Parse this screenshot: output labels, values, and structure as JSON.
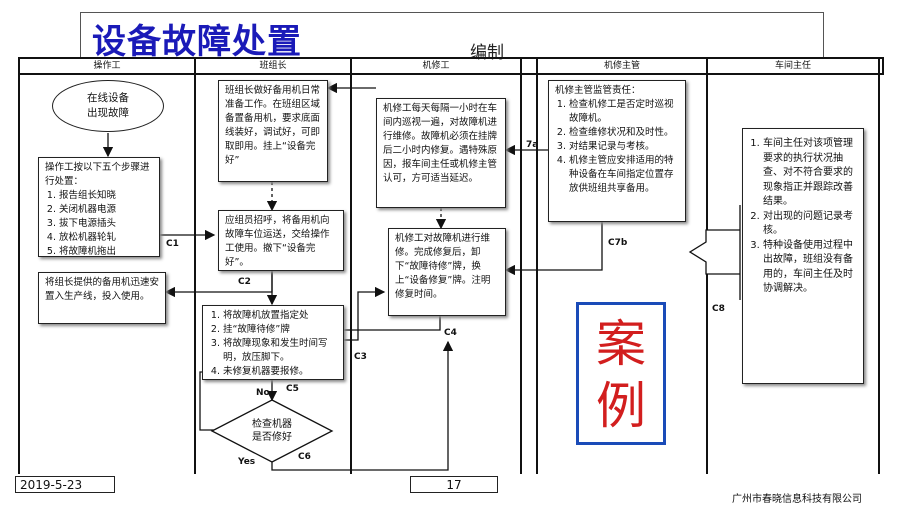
{
  "title": "设备故障处置",
  "editor_label": "编制",
  "columns": [
    "操作工",
    "班组长",
    "机修工",
    "机修主管",
    "车间主任"
  ],
  "start_node": "在线设备\n出现故障",
  "operator_steps": {
    "heading": "操作工按以下五个步骤进行处置：",
    "items": [
      "报告组长知晓",
      "关闭机器电源",
      "拔下电源插头",
      "放松机器轮轧",
      "将故障机拖出"
    ]
  },
  "operator_install": "将组长提供的备用机迅速安置入生产线，投入使用。",
  "leader_prepare": "班组长做好备用机日常准备工作。在班组区域备置备用机，要求底面线装好，调试好，可即取即用。挂上“设备完好”",
  "leader_recruit": "应组员招呼，将备用机向故障车位运送，交给操作工使用。撤下“设备完好”。",
  "leader_steps": [
    "将故障机放置指定处",
    "挂“故障待修”牌",
    "将故障现象和发生时间写明，放压脚下。",
    "未修复机器要报修。"
  ],
  "decision": "检查机器\n是否修好",
  "decision_no": "No",
  "decision_yes": "Yes",
  "mechanic_patrol": "机修工每天每隔一小时在车间内巡视一遍，对故障机进行维修。故障机必须在挂牌后二小时内修复。遇特殊原因，报车间主任或机修主管认可，方可适当延迟。",
  "mechanic_repair": "机修工对故障机进行维修。完成修复后，卸下“故障待修”牌，换上“设备修复”牌。注明修复时间。",
  "supervisor": {
    "heading": "机修主管监管责任：",
    "items": [
      "检查机修工是否定时巡视故障机。",
      "检查维修状况和及时性。",
      "对结果记录与考核。",
      "机修主管应安排适用的特种设备在车间指定位置存放供班组共享备用。"
    ]
  },
  "director": [
    "车间主任对该项管理要求的执行状况抽查、对不符合要求的现象指正并跟踪改善结果。",
    "对出现的问题记录考核。",
    "特种设备使用过程中出故障，班组没有备用的，车间主任及时协调解决。"
  ],
  "case_text": "案\n例",
  "labels": {
    "c1": "C1",
    "c2": "C2",
    "c3": "C3",
    "c4": "C4",
    "c5": "C5",
    "c6": "C6",
    "c7a": "7a",
    "c7b": "C7b",
    "c8": "C8"
  },
  "footer": {
    "date": "2019-5-23",
    "page": "17",
    "company": "广州市春晓信息科技有限公司"
  },
  "colors": {
    "title": "#1a1ab8",
    "case_text": "#d21e1e",
    "case_border": "#1a4bb8"
  }
}
